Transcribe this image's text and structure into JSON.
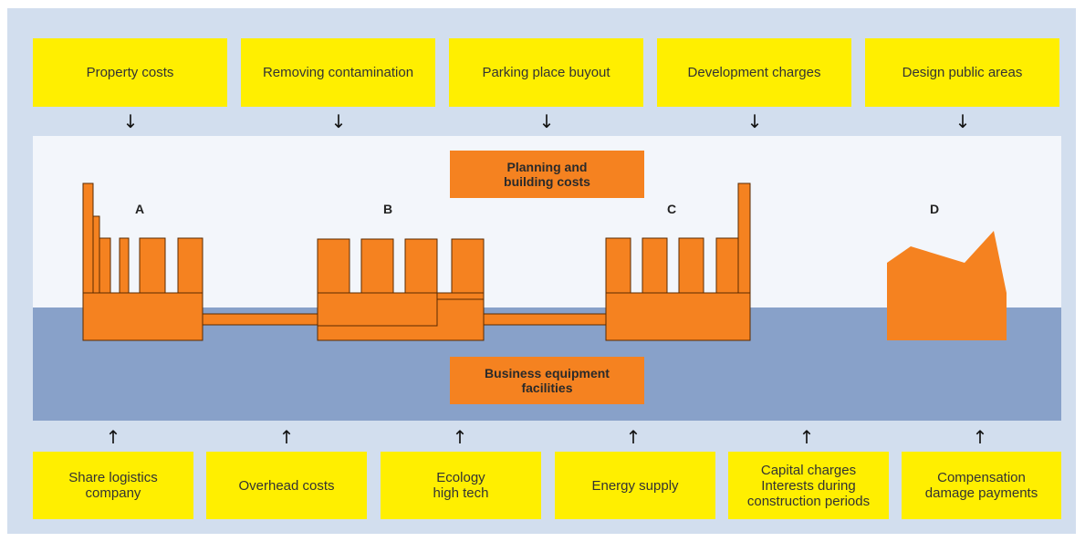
{
  "top_costs": [
    {
      "label": "Property costs"
    },
    {
      "label": "Removing contamination"
    },
    {
      "label": "Parking place buyout"
    },
    {
      "label": "Development charges"
    },
    {
      "label": "Design public areas"
    }
  ],
  "bottom_costs": [
    {
      "label": "Share logistics\ncompany"
    },
    {
      "label": "Overhead costs"
    },
    {
      "label": "Ecology\nhigh tech"
    },
    {
      "label": "Energy supply"
    },
    {
      "label": "Capital charges\nInterests during\nconstruction periods"
    },
    {
      "label": "Compensation\ndamage payments"
    }
  ],
  "center": {
    "planning_label": "Planning and\nbuilding costs",
    "equipment_label": "Business equipment\nfacilities"
  },
  "sites": [
    "A",
    "B",
    "C",
    "D"
  ],
  "arrows": {
    "down": "↓",
    "up": "↑"
  },
  "colors": {
    "frame": "#d2deee",
    "sky": "#f3f6fb",
    "ground": "#88a1c9",
    "cost_box": "#ffef00",
    "building": "#f58220"
  }
}
